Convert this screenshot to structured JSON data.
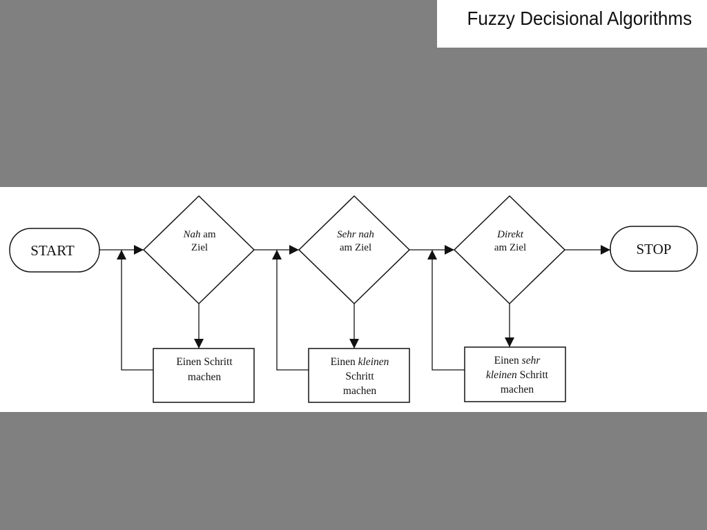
{
  "slide": {
    "title": "Fuzzy Decisional Algorithms",
    "background_color": "#808080",
    "panel_color": "#ffffff"
  },
  "flowchart": {
    "start": "START",
    "stop": "STOP",
    "decisions": [
      {
        "lines": [
          [
            {
              "text": "Nah",
              "italic": true
            },
            {
              "text": " am",
              "italic": false
            }
          ],
          [
            {
              "text": "Ziel",
              "italic": false
            }
          ]
        ]
      },
      {
        "lines": [
          [
            {
              "text": "Sehr nah",
              "italic": true
            }
          ],
          [
            {
              "text": "am Ziel",
              "italic": false
            }
          ]
        ]
      },
      {
        "lines": [
          [
            {
              "text": "Direkt",
              "italic": true
            }
          ],
          [
            {
              "text": "am Ziel",
              "italic": false
            }
          ]
        ]
      }
    ],
    "actions": [
      {
        "lines": [
          [
            {
              "text": "Einen Schritt",
              "italic": false
            }
          ],
          [
            {
              "text": "machen",
              "italic": false
            }
          ]
        ]
      },
      {
        "lines": [
          [
            {
              "text": "Einen ",
              "italic": false
            },
            {
              "text": "kleinen",
              "italic": true
            }
          ],
          [
            {
              "text": "Schritt",
              "italic": false
            }
          ],
          [
            {
              "text": "machen",
              "italic": false
            }
          ]
        ]
      },
      {
        "lines": [
          [
            {
              "text": "Einen ",
              "italic": false
            },
            {
              "text": "sehr",
              "italic": true
            }
          ],
          [
            {
              "text": "kleinen",
              "italic": true
            },
            {
              "text": " Schritt",
              "italic": false
            }
          ],
          [
            {
              "text": "machen",
              "italic": false
            }
          ]
        ]
      }
    ]
  }
}
